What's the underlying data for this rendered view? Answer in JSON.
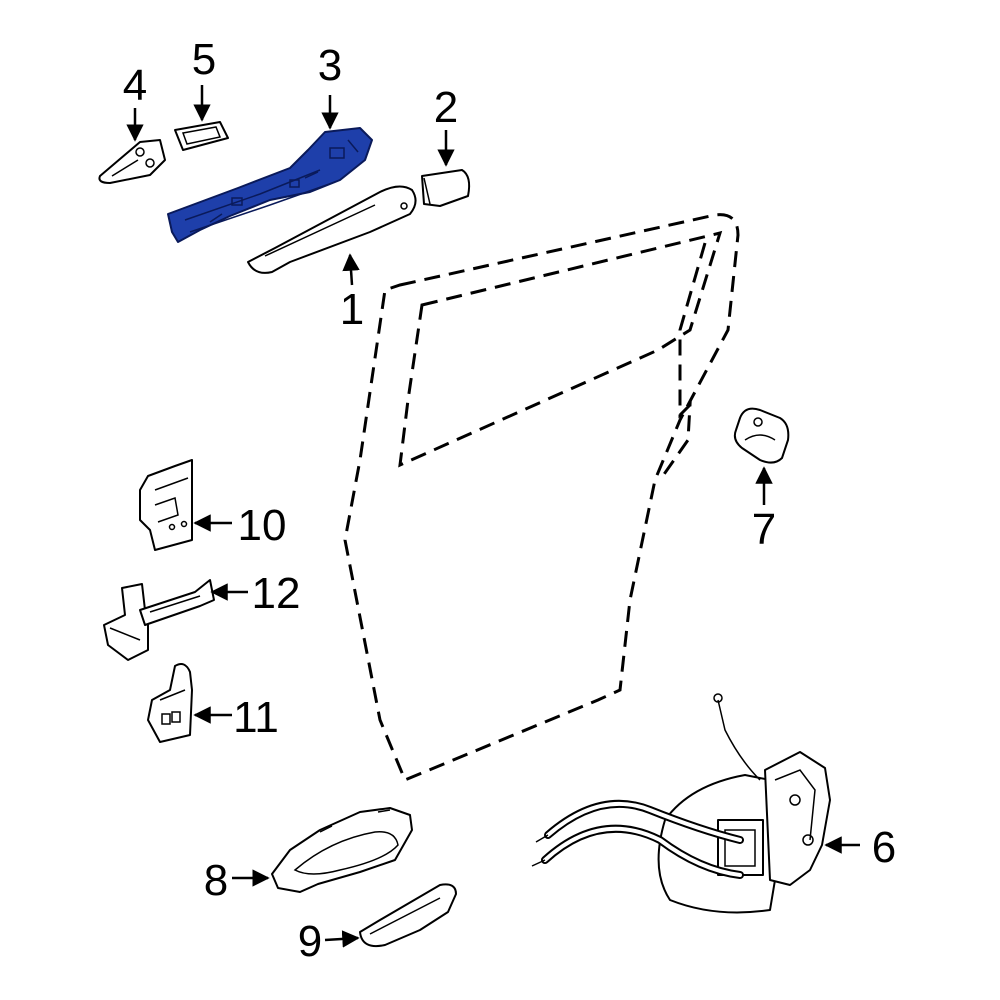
{
  "callouts": {
    "c1": "1",
    "c2": "2",
    "c3": "3",
    "c4": "4",
    "c5": "5",
    "c6": "6",
    "c7": "7",
    "c8": "8",
    "c9": "9",
    "c10": "10",
    "c11": "11",
    "c12": "12"
  },
  "highlight_color": "#1e3faa",
  "highlighted_part": "3"
}
